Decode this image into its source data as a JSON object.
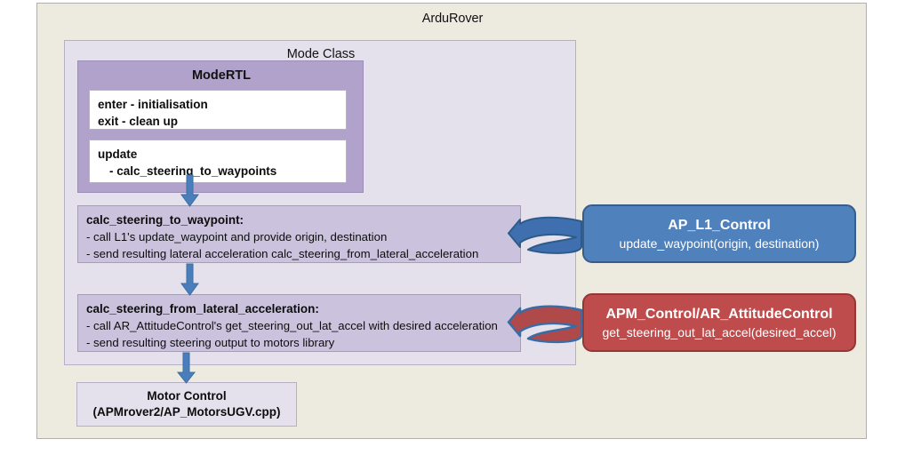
{
  "diagram": {
    "outer": {
      "title": "ArduRover"
    },
    "mode_class": {
      "title": "Mode Class"
    },
    "mode_rtl": {
      "title": "ModeRTL",
      "enter_exit_box": {
        "line1": "enter - initialisation",
        "line2": "exit - clean up"
      },
      "update_box": {
        "line1": "update",
        "line2": "- calc_steering_to_waypoints"
      }
    },
    "steps": [
      {
        "head": "calc_steering_to_waypoint:",
        "items": [
          "- call L1's update_waypoint and provide origin, destination",
          "- send resulting lateral acceleration calc_steering_from_lateral_acceleration"
        ]
      },
      {
        "head": "calc_steering_from_lateral_acceleration:",
        "items": [
          "- call AR_AttitudeControl's get_steering_out_lat_accel with desired acceleration",
          "- send resulting steering output to motors library"
        ]
      }
    ],
    "motor_control": {
      "line1": "Motor Control",
      "line2": "(APMrover2/AP_MotorsUGV.cpp)"
    },
    "libraries": [
      {
        "title": "AP_L1_Control",
        "sub": "update_waypoint(origin, destination)"
      },
      {
        "title": "APM_Control/AR_AttitudeControl",
        "sub": "get_steering_out_lat_accel(desired_accel)"
      }
    ],
    "colors": {
      "outer_bg": "#EDEAE0",
      "mode_class_bg": "#E4E0EC",
      "mode_rtl_bg": "#B0A2CA",
      "step_bg": "#CBC3DD",
      "library_blue": "#4F81BD",
      "library_blue_border": "#385D8A",
      "library_red": "#BF4C4C",
      "library_red_border": "#953735",
      "arrow_blue": "#4A7EBB",
      "arrow_blue_dark": "#2E5C8A",
      "arrow_red": "#B04A4A"
    }
  }
}
